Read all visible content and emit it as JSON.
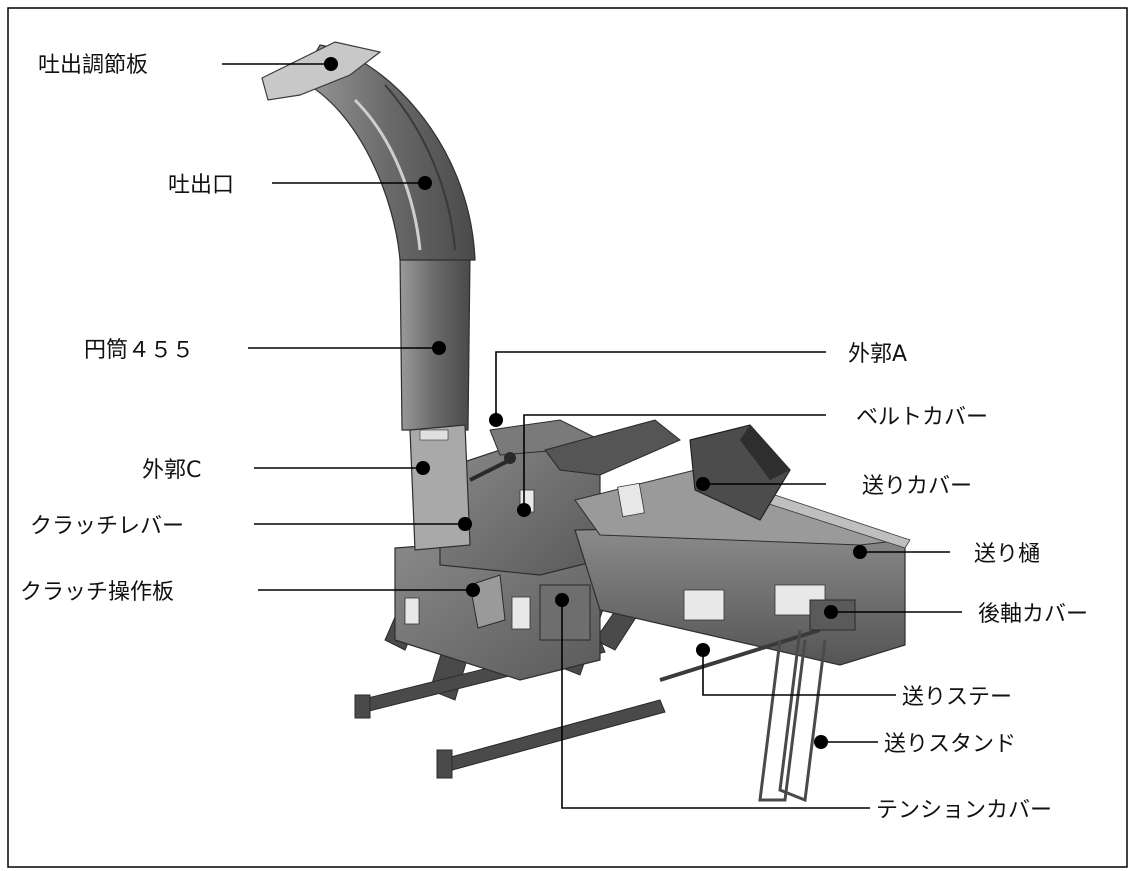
{
  "labels": {
    "discharge_adjust_plate": "吐出調節板",
    "discharge_port": "吐出口",
    "cylinder_455": "円筒４５５",
    "outer_shell_c": "外郭C",
    "clutch_lever": "クラッチレバー",
    "clutch_operation_plate": "クラッチ操作板",
    "outer_shell_a": "外郭A",
    "belt_cover": "ベルトカバー",
    "feed_cover": "送りカバー",
    "feed_trough": "送り樋",
    "rear_shaft_cover": "後軸カバー",
    "feed_stay": "送りステー",
    "feed_stand": "送りスタンド",
    "tension_cover": "テンションカバー"
  },
  "colors": {
    "machine_body": "#6e6e6e",
    "machine_dark": "#3a3a3a",
    "machine_light": "#b5b5b5",
    "leader": "#000000"
  }
}
